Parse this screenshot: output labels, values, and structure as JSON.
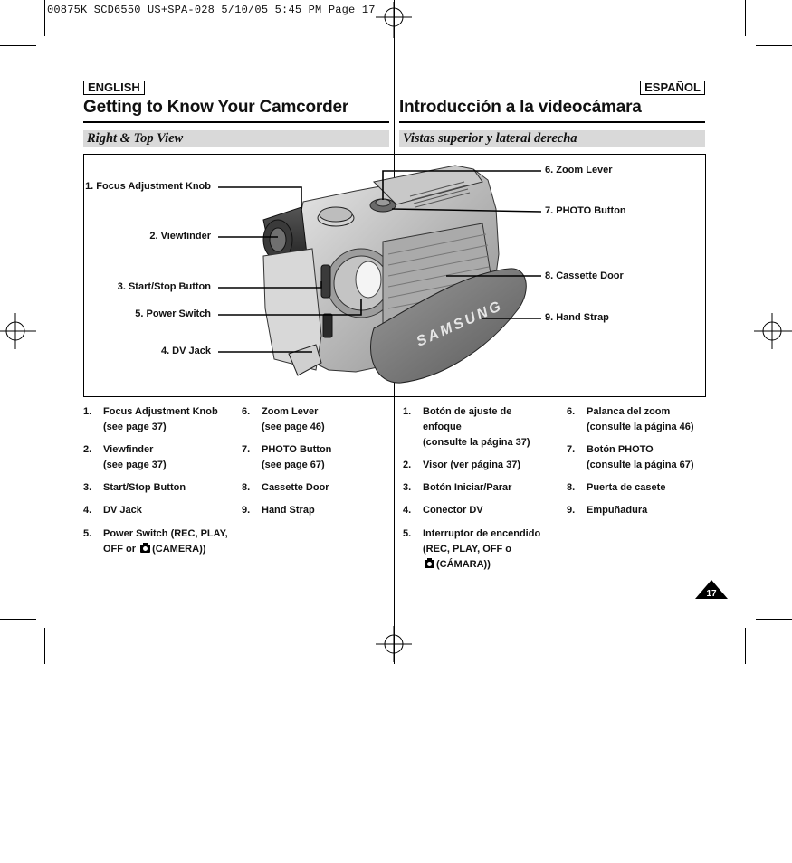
{
  "print_header": "00875K SCD6550 US+SPA-028  5/10/05 5:45 PM  Page 17",
  "english": {
    "tag": "ENGLISH",
    "title": "Getting to Know Your Camcorder",
    "subtitle": "Right & Top View"
  },
  "spanish": {
    "tag": "ESPAÑOL",
    "title": "Introducción a la videocámara",
    "subtitle": "Vistas superior y lateral derecha"
  },
  "callouts": {
    "c1": "1. Focus Adjustment Knob",
    "c2": "2. Viewfinder",
    "c3": "3. Start/Stop Button",
    "c5": "5. Power Switch",
    "c4": "4. DV Jack",
    "c6": "6. Zoom Lever",
    "c7": "7. PHOTO Button",
    "c8": "8. Cassette Door",
    "c9": "9. Hand  Strap"
  },
  "brand_text": "SAMSUNG",
  "english_list": [
    {
      "num": "1.",
      "lines": [
        "Focus Adjustment Knob",
        "(see page 37)"
      ]
    },
    {
      "num": "2.",
      "lines": [
        "Viewfinder",
        "(see page 37)"
      ]
    },
    {
      "num": "3.",
      "lines": [
        "Start/Stop Button"
      ]
    },
    {
      "num": "4.",
      "lines": [
        "DV Jack"
      ]
    },
    {
      "num": "5.",
      "lines": [
        "Power Switch (REC, PLAY,",
        "OFF or",
        "(CAMERA))"
      ]
    },
    {
      "num": "6.",
      "lines": [
        "Zoom Lever",
        "(see page 46)"
      ]
    },
    {
      "num": "7.",
      "lines": [
        "PHOTO Button",
        "(see page 67)"
      ]
    },
    {
      "num": "8.",
      "lines": [
        "Cassette Door"
      ]
    },
    {
      "num": "9.",
      "lines": [
        "Hand  Strap"
      ]
    }
  ],
  "spanish_list": [
    {
      "num": "1.",
      "lines": [
        "Botón de ajuste de",
        "enfoque",
        "(consulte la página 37)"
      ]
    },
    {
      "num": "2.",
      "lines": [
        "Visor (ver página 37)"
      ]
    },
    {
      "num": "3.",
      "lines": [
        "Botón Iniciar/Parar"
      ]
    },
    {
      "num": "4.",
      "lines": [
        "Conector DV"
      ]
    },
    {
      "num": "5.",
      "lines": [
        "Interruptor de encendido",
        "(REC, PLAY, OFF o",
        "(CÁMARA))"
      ]
    },
    {
      "num": "6.",
      "lines": [
        "Palanca del zoom",
        "(consulte la página 46)"
      ]
    },
    {
      "num": "7.",
      "lines": [
        "Botón PHOTO",
        "(consulte la página 67)"
      ]
    },
    {
      "num": "8.",
      "lines": [
        "Puerta de casete"
      ]
    },
    {
      "num": "9.",
      "lines": [
        "Empuñadura"
      ]
    }
  ],
  "page_number": "17",
  "icons": {
    "camera_mode": "camera-icon",
    "registration": "crosshair-icon"
  }
}
